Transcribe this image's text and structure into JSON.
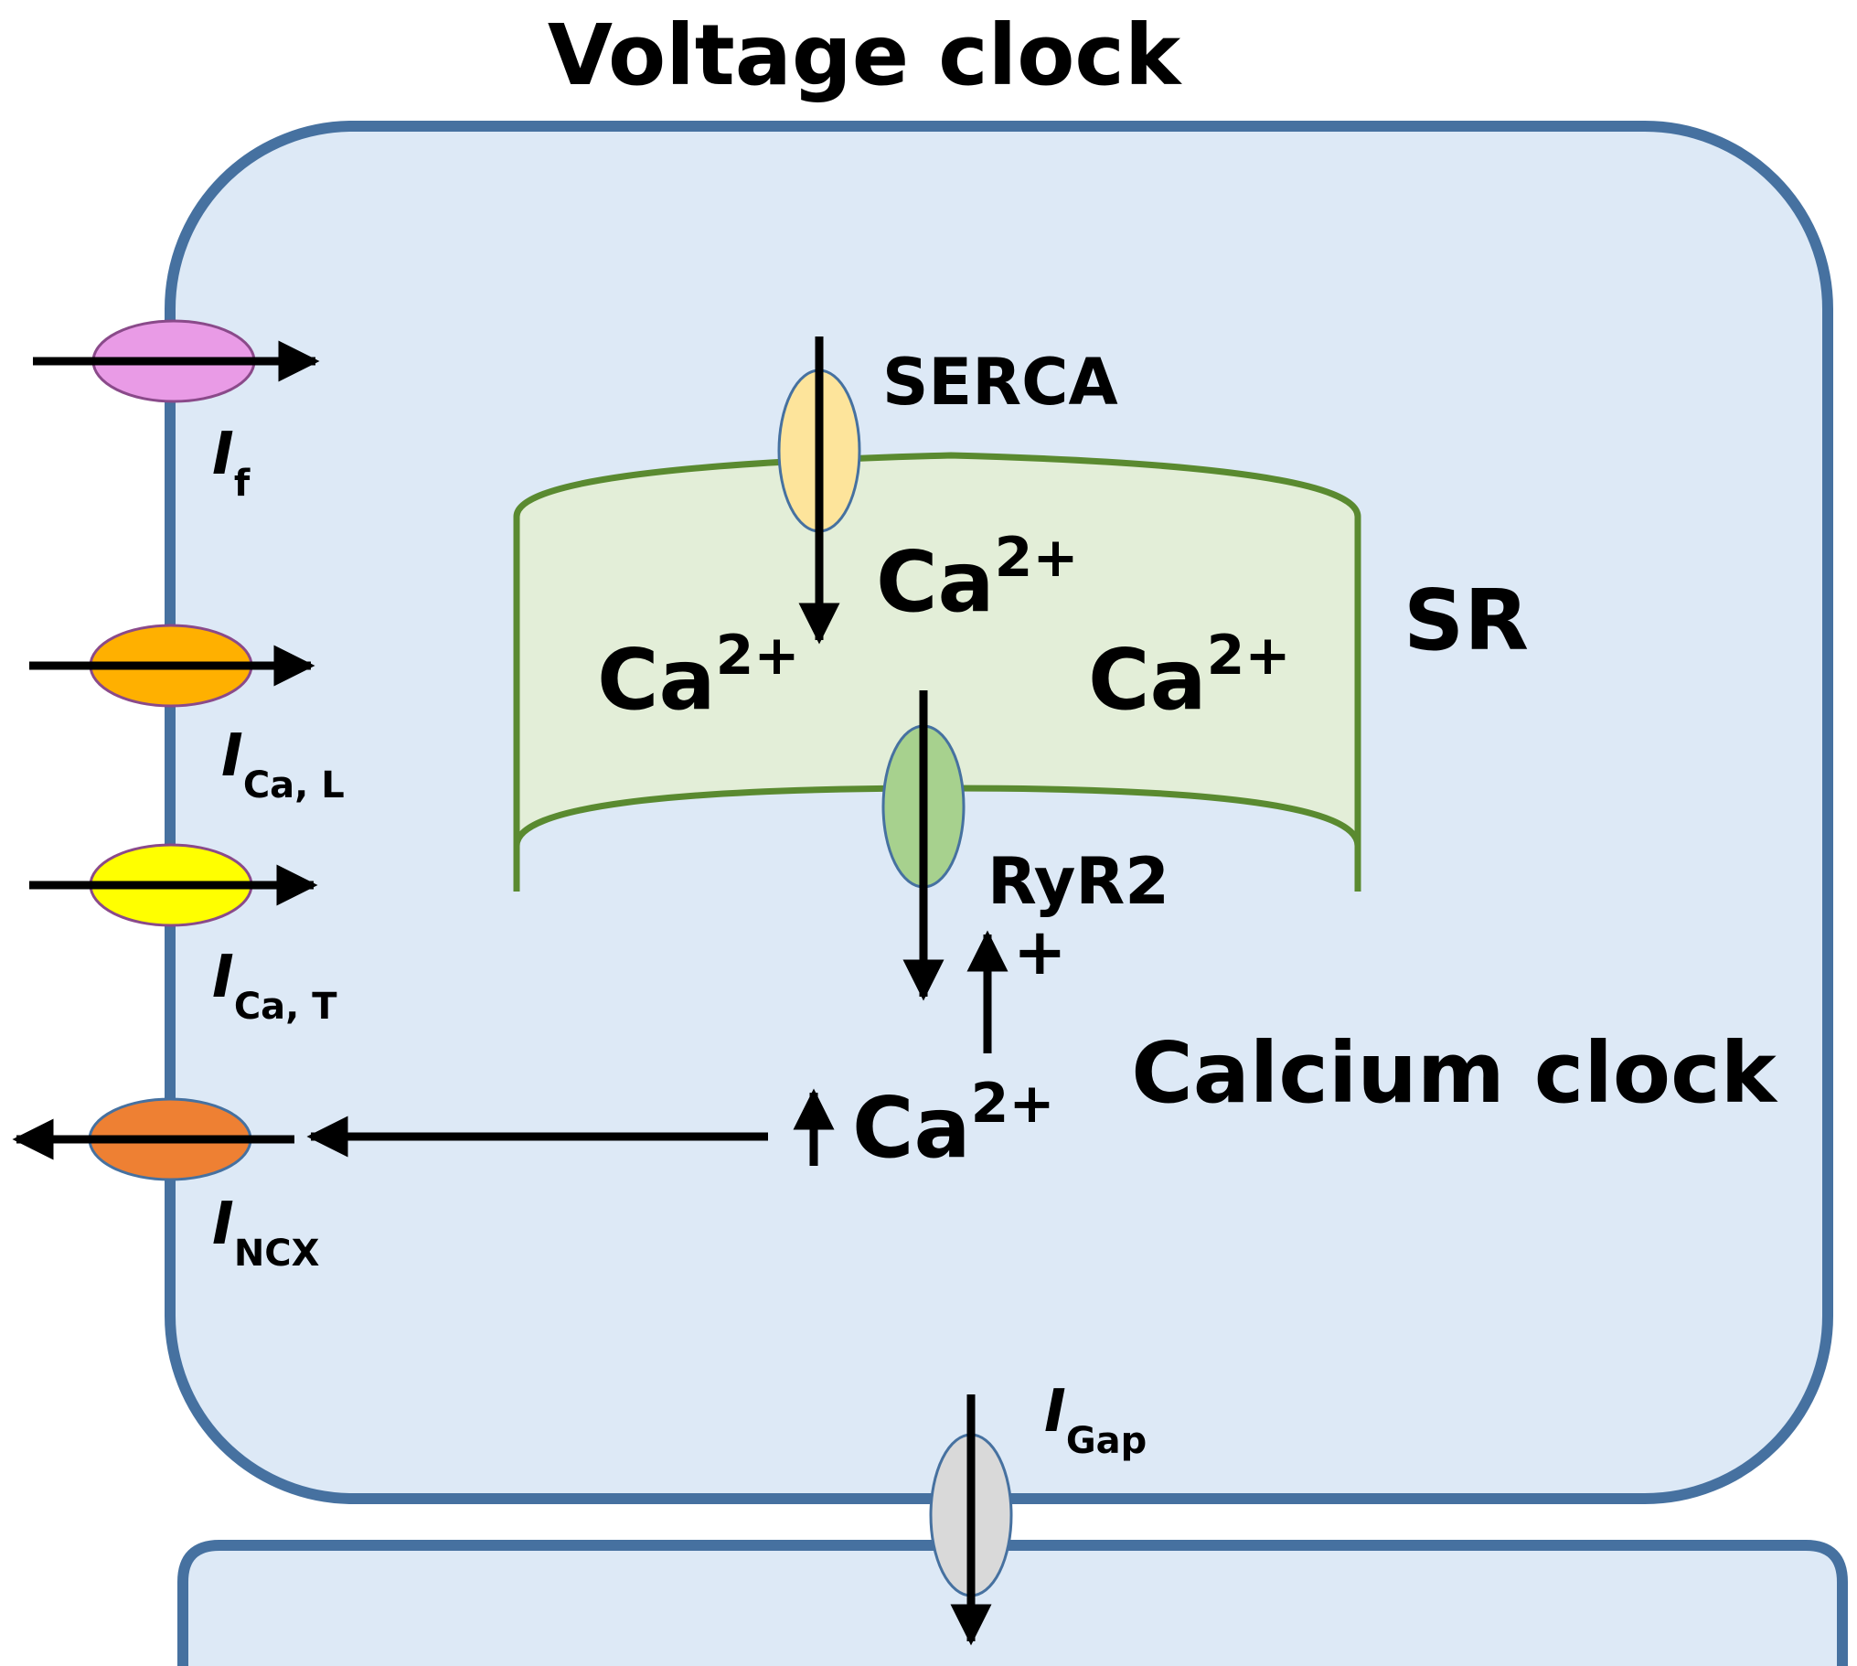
{
  "title": "Voltage clock",
  "calcium_clock": "Calcium clock",
  "sr": "SR",
  "serca": "SERCA",
  "ryr2": "RyR2",
  "plus": "+",
  "ion": {
    "base": "Ca",
    "charge": "2+"
  },
  "currents": {
    "f": {
      "main": "I",
      "sub": "f"
    },
    "cal": {
      "main": "I",
      "sub": "Ca, L"
    },
    "cat": {
      "main": "I",
      "sub": "Ca, T"
    },
    "ncx": {
      "main": "I",
      "sub": "NCX"
    },
    "gap": {
      "main": "I",
      "sub": "Gap"
    }
  },
  "colors": {
    "cell_fill": "#dde9f6",
    "cell_stroke": "#4671a0",
    "sr_fill": "#e3eed8",
    "sr_stroke": "#5a8a30",
    "if_channel": "#e99be6",
    "ical_channel": "#ffb000",
    "icat_channel": "#ffff00",
    "incx_channel": "#ee8033",
    "serca_channel": "#fde49b",
    "ryr2_channel": "#a7d18e",
    "gap_channel": "#d9d9d9"
  }
}
